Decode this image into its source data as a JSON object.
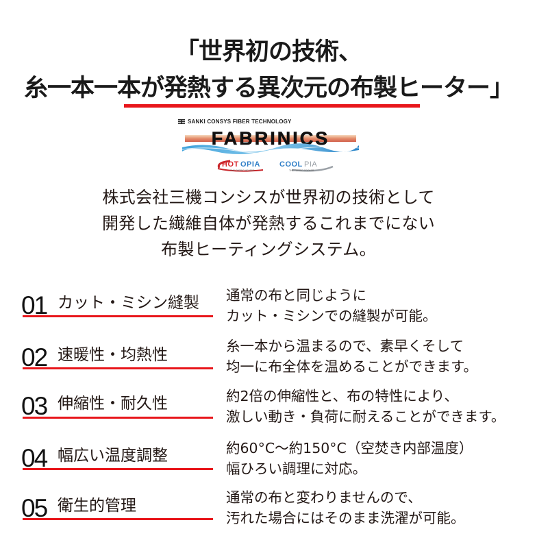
{
  "headline": {
    "line1": "「世界初の技術、",
    "line2": "糸一本一本が発熱する異次元の布製ヒーター」",
    "rule_color": "#e8161b"
  },
  "brand": {
    "tagline": "SANKI CONSYS FIBER TECHNOLOGY",
    "logo_text": "FABRINICS",
    "sub_brands": [
      {
        "name_a": "HOT",
        "name_b": "OPIA",
        "caption": "THE FABRIC HEATER",
        "color": "#d7262b"
      },
      {
        "name_a": "COOL",
        "name_b": "PIA",
        "caption": "THE FABRIC COOLER",
        "color": "#2f7ec7"
      }
    ]
  },
  "intro": {
    "line1": "株式会社三機コンシスが世界初の技術として",
    "line2": "開発した繊維自体が発熱するこれまでにない",
    "line3": "布製ヒーティングシステム。"
  },
  "features": [
    {
      "number": "01",
      "title": "カット・ミシン縫製",
      "desc_line1": "通常の布と同じように",
      "desc_line2": "カット・ミシンでの縫製が可能。"
    },
    {
      "number": "02",
      "title": "速暖性・均熱性",
      "desc_line1": "糸一本から温まるので、素早くそして",
      "desc_line2": "均一に布全体を温めることができます。"
    },
    {
      "number": "03",
      "title": "伸縮性・耐久性",
      "desc_line1": "約2倍の伸縮性と、布の特性により、",
      "desc_line2": "激しい動き・負荷に耐えることができます。"
    },
    {
      "number": "04",
      "title": "幅広い温度調整",
      "desc_line1": "約60°C～約150°C（空焚き内部温度）",
      "desc_line2": "幅ひろい調理に対応。"
    },
    {
      "number": "05",
      "title": "衛生的管理",
      "desc_line1": "通常の布と変わりませんので、",
      "desc_line2": "汚れた場合にはそのまま洗濯が可能。"
    }
  ]
}
